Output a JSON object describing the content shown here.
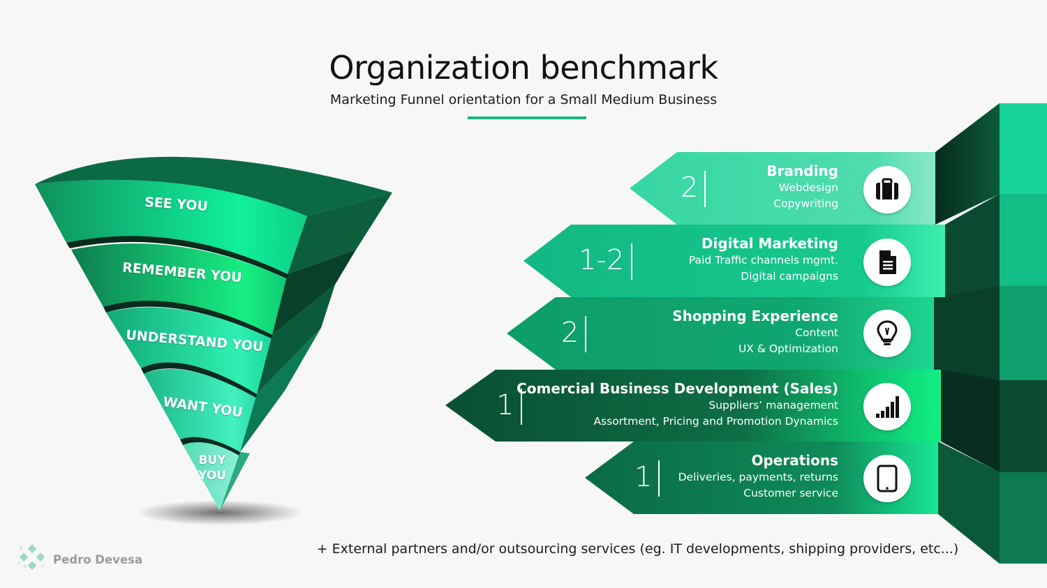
{
  "header": {
    "title": "Organization benchmark",
    "subtitle": "Marketing Funnel orientation for a Small Medium Business"
  },
  "funnel": {
    "stages": [
      "SEE YOU",
      "REMEMBER YOU",
      "UNDERSTAND YOU",
      "WANT YOU"
    ],
    "last_stage": [
      "BUY",
      "YOU"
    ]
  },
  "areas": [
    {
      "priority": "2",
      "title": "Branding",
      "lines": [
        "Webdesign",
        "Copywriting"
      ],
      "icon": "briefcase-icon"
    },
    {
      "priority": "1-2",
      "title": "Digital Marketing",
      "lines": [
        "Paid Traffic channels mgmt.",
        "Digital campaigns"
      ],
      "icon": "document-icon"
    },
    {
      "priority": "2",
      "title": "Shopping Experience",
      "lines": [
        "Content",
        "UX & Optimization"
      ],
      "icon": "lightbulb-icon"
    },
    {
      "priority": "1",
      "title": "Comercial Business Development (Sales)",
      "lines": [
        "Suppliers’ management",
        "Assortment, Pricing and Promotion Dynamics"
      ],
      "icon": "signal-bars-icon"
    },
    {
      "priority": "1",
      "title": "Operations",
      "lines": [
        "Deliveries, payments, returns",
        "Customer service"
      ],
      "icon": "tablet-icon"
    }
  ],
  "footer": {
    "note": "+ External partners and/or outsourcing services (eg. IT developments, shipping providers, etc...)",
    "brand": "Pedro Devesa"
  },
  "colors": {
    "accent": "#19b386",
    "dark_green": "#0e6a45",
    "bright_green": "#14e89a",
    "mint": "#3fd9a8"
  }
}
